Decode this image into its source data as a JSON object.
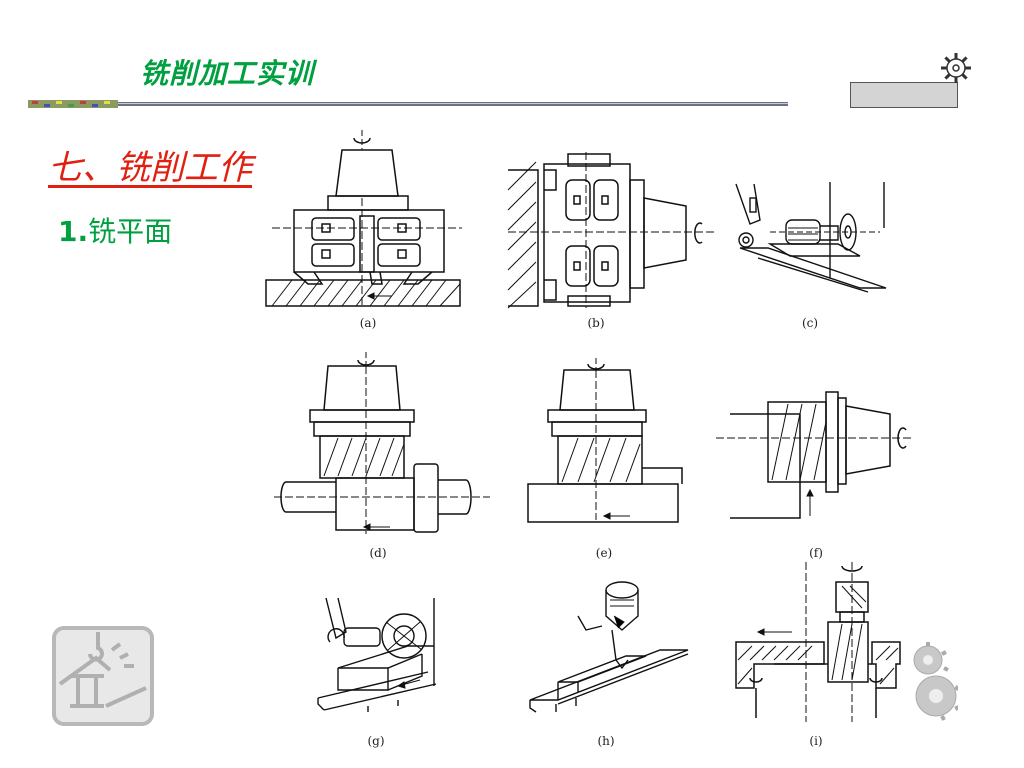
{
  "header": {
    "title": "铣削加工实训",
    "accent_color": "#00a040"
  },
  "section": {
    "title": "七、铣削工作",
    "title_color": "#e02010"
  },
  "subtitle": {
    "number": "1.",
    "text": "铣平面"
  },
  "figures": [
    {
      "caption": "(a)"
    },
    {
      "caption": "(b)"
    },
    {
      "caption": "(c)"
    },
    {
      "caption": "(d)"
    },
    {
      "caption": "(e)"
    },
    {
      "caption": "(f)"
    },
    {
      "caption": "(g)"
    },
    {
      "caption": "(h)"
    },
    {
      "caption": "(i)"
    }
  ],
  "icons": [
    "gear-icon",
    "crane-logo-icon",
    "gear-decoration-icon"
  ]
}
